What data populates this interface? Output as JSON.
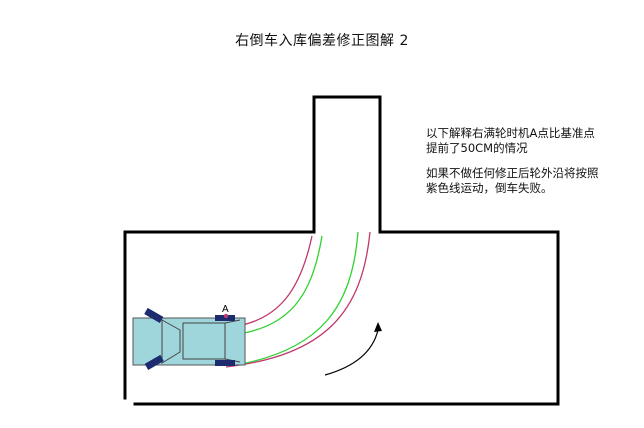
{
  "title": "右倒车入库偏差修正图解 2",
  "explanation": {
    "line1": "以下解释右满轮时机A点比基准点",
    "line2": "提前了50CM的情况",
    "line3": "如果不做任何修正后轮外沿将按照",
    "line4": "紫色线运动，倒车失败。"
  },
  "point_label": "A",
  "colors": {
    "wall": "#000000",
    "car_body": "#9fd6dc",
    "wheel": "#1c2a6e",
    "trajectory_purple": "#c0396f",
    "trajectory_green": "#2fd22f",
    "direction_arrow": "#000000"
  }
}
